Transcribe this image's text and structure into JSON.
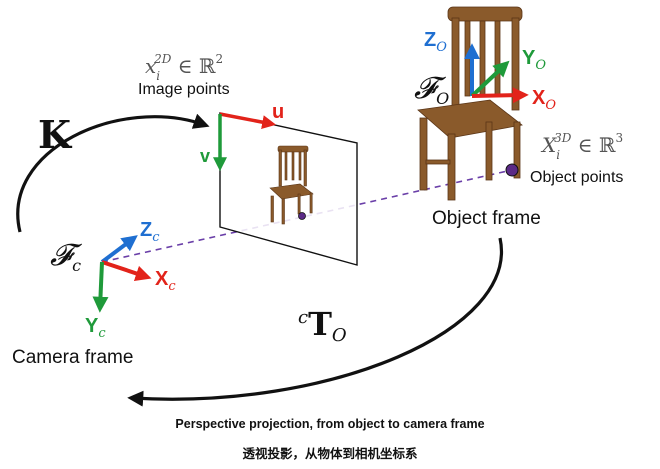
{
  "colors": {
    "x_axis": "#e2231a",
    "y_axis": "#1f9a3a",
    "z_axis": "#1f6fd1",
    "projection_line": "#6a3fa8",
    "point": "#5b2a86",
    "text": "#111111",
    "chair": "#8a5a2b"
  },
  "image_plane": {
    "math_label": "x_i^{2D} ∈ ℝ^2",
    "math_base": "x",
    "math_sub": "i",
    "math_sup": "2D",
    "math_rest": " ∈ ℝ",
    "math_rest_sup": "2",
    "caption": "Image points",
    "u_label": "u",
    "v_label": "v"
  },
  "intrinsics": {
    "label": "K"
  },
  "camera": {
    "frame_symbol": "𝓕",
    "frame_sub": "c",
    "x_label": "X",
    "x_sub": "c",
    "y_label": "Y",
    "y_sub": "c",
    "z_label": "Z",
    "z_sub": "c",
    "caption": "Camera frame"
  },
  "object": {
    "frame_symbol": "𝓕",
    "frame_sub": "O",
    "x_label": "X",
    "x_sub": "O",
    "y_label": "Y",
    "y_sub": "O",
    "z_label": "Z",
    "z_sub": "O",
    "math_label": "X_i^{3D} ∈ ℝ^3",
    "math_base": "X",
    "math_sub": "i",
    "math_sup": "3D",
    "math_rest": " ∈ ℝ",
    "math_rest_sup": "3",
    "points_caption": "Object points",
    "caption": "Object frame"
  },
  "transform": {
    "sup": "c",
    "base": "T",
    "sub": "O"
  },
  "caption_en": "Perspective projection, from object to camera frame",
  "caption_zh": "透视投影，从物体到相机坐标系"
}
